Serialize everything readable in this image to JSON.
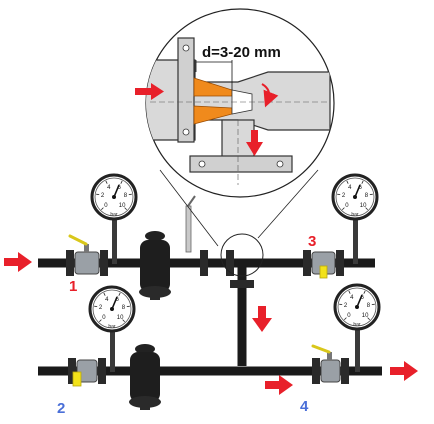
{
  "inset": {
    "dimension_label": "d=3-20 mm"
  },
  "gauges": {
    "unit_label": "bar",
    "scale_numbers": [
      "0",
      "2",
      "4",
      "6",
      "8",
      "10"
    ]
  },
  "port_labels": {
    "p1": "1",
    "p2": "2",
    "p3": "3",
    "p4": "4"
  },
  "colors": {
    "pipe": "#1a1a1a",
    "inset_fill": "#d9d9d9",
    "nozzle": "#f08a1c",
    "flow_arrow": "#e8202a",
    "label_red": "#e8202a",
    "label_blue": "#4a6fd8",
    "valve_handle": "#f2e21a"
  }
}
